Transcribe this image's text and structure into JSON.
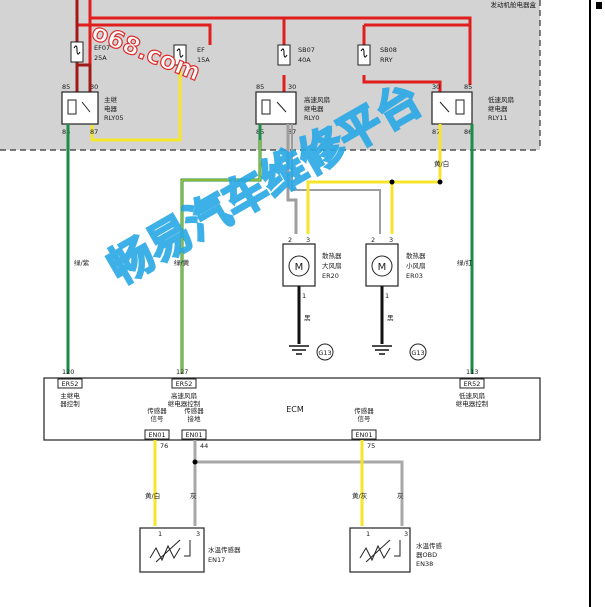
{
  "watermark_site": " o68.com",
  "watermark_cn": "畅易汽车维修平台",
  "box_title": "发动机舱电器盒",
  "fuses": [
    {
      "code": "EF07",
      "amp": "25A"
    },
    {
      "code": "EF",
      "amp": "15A"
    },
    {
      "code": "SB07",
      "amp": "40A"
    },
    {
      "code": "SB08",
      "amp": "RRY"
    }
  ],
  "relays": [
    {
      "l1": "主继",
      "l2": "电器",
      "code": "RLY05",
      "pins": [
        "85",
        "30",
        "86",
        "87"
      ]
    },
    {
      "l1": "高速风扇",
      "l2": "继电器",
      "code": "RLY0",
      "pins": [
        "85",
        "30",
        "85",
        "87"
      ]
    },
    {
      "l1": "低速风扇",
      "l2": "继电器",
      "code": "RLY11",
      "pins": [
        "30",
        "85",
        "87",
        "86"
      ]
    }
  ],
  "wire_colors": {
    "left": "绿/紫",
    "mid": "绿/黄",
    "right": "绿/红",
    "yellow_white": "黄/白",
    "ground": "黑"
  },
  "motors": [
    {
      "l1": "散热器",
      "l2": "大风扇",
      "code": "ER20",
      "pins": [
        "2",
        "3",
        "1"
      ]
    },
    {
      "l1": "散热器",
      "l2": "小风扇",
      "code": "ER03",
      "pins": [
        "2",
        "3",
        "1"
      ]
    }
  ],
  "ground_label": "G13",
  "ecm": {
    "name": "ECM",
    "connector": "ER52",
    "pin_left": "120",
    "pin_mid": "127",
    "pin_right": "113",
    "label_left_1": "主继电",
    "label_left_2": "器控制",
    "label_mid_1": "高速风扇",
    "label_mid_2": "继电器控制",
    "label_right_1": "低速风扇",
    "label_right_2": "继电器控制",
    "sensor_connector": "EN01",
    "sig1_1": "传感器",
    "sig1_2": "信号",
    "gnd_1": "传感器",
    "gnd_2": "接地",
    "sig2_1": "传感器",
    "sig2_2": "信号",
    "pin_76": "76",
    "pin_44": "44",
    "pin_75": "75"
  },
  "sensor_wires": {
    "s1_a": "黄/白",
    "s1_b": "灰",
    "s2_a": "黄/灰",
    "s2_b": "灰"
  },
  "sensors": [
    {
      "name": "水温传感器",
      "code": "EN17",
      "pins": [
        "1",
        "3"
      ]
    },
    {
      "l1": "水温传感",
      "l2": "器OBD",
      "code": "EN38",
      "pins": [
        "1",
        "3"
      ]
    }
  ]
}
